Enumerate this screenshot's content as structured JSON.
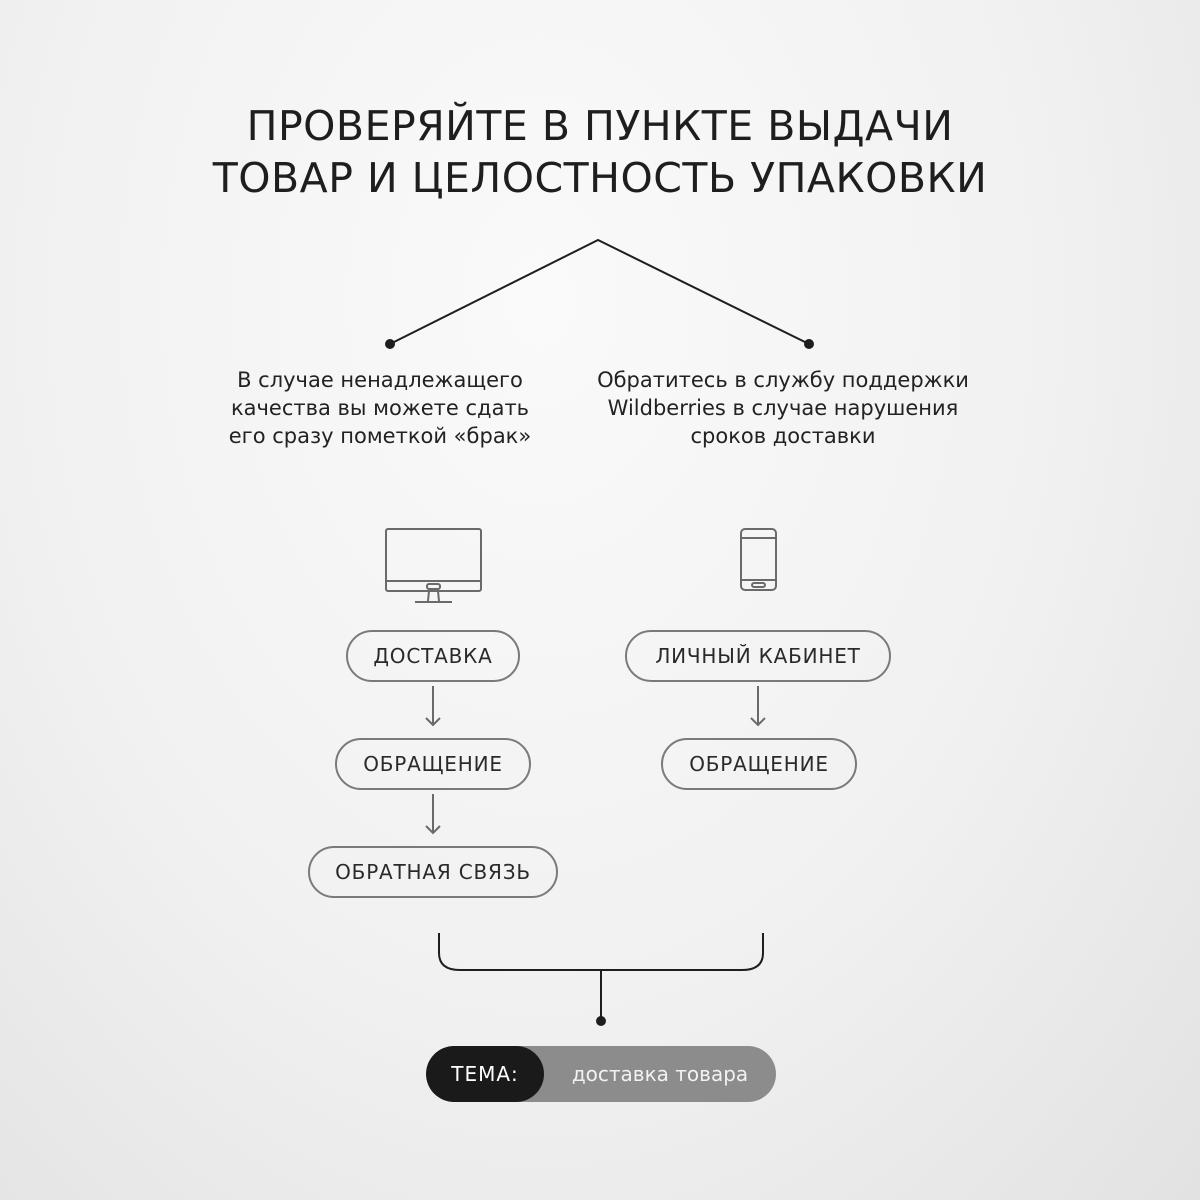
{
  "title": {
    "line1": "ПРОВЕРЯЙТЕ В ПУНКТЕ ВЫДАЧИ",
    "line2": "ТОВАР И ЦЕЛОСТНОСТЬ УПАКОВКИ"
  },
  "left": {
    "description": [
      "В случае ненадлежащего",
      "качества вы можете сдать",
      "его сразу пометкой «брак»"
    ],
    "icon": "desktop-monitor-icon",
    "steps": [
      "ДОСТАВКА",
      "ОБРАЩЕНИЕ",
      "ОБРАТНАЯ СВЯЗЬ"
    ]
  },
  "right": {
    "description": [
      "Обратитесь в службу поддержки",
      "Wildberries в случае нарушения",
      "сроков доставки"
    ],
    "icon": "smartphone-icon",
    "steps": [
      "ЛИЧНЫЙ КАБИНЕТ",
      "ОБРАЩЕНИЕ"
    ]
  },
  "theme": {
    "label": "ТЕМА:",
    "value": "доставка товара"
  },
  "colors": {
    "line": "#1e1e1e",
    "pill_border": "#7a7a7a",
    "theme_dark": "#1a1a1a",
    "theme_light": "#8c8c8c"
  }
}
